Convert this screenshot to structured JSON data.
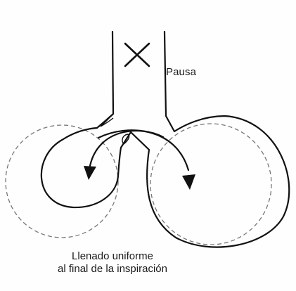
{
  "labels": {
    "pause": "Pausa"
  },
  "caption": {
    "line1": "Llenado uniforme",
    "line2": "al final de la inspiración"
  },
  "colors": {
    "stroke": "#111111",
    "dashed": "#777777",
    "background": "#fefefe"
  }
}
